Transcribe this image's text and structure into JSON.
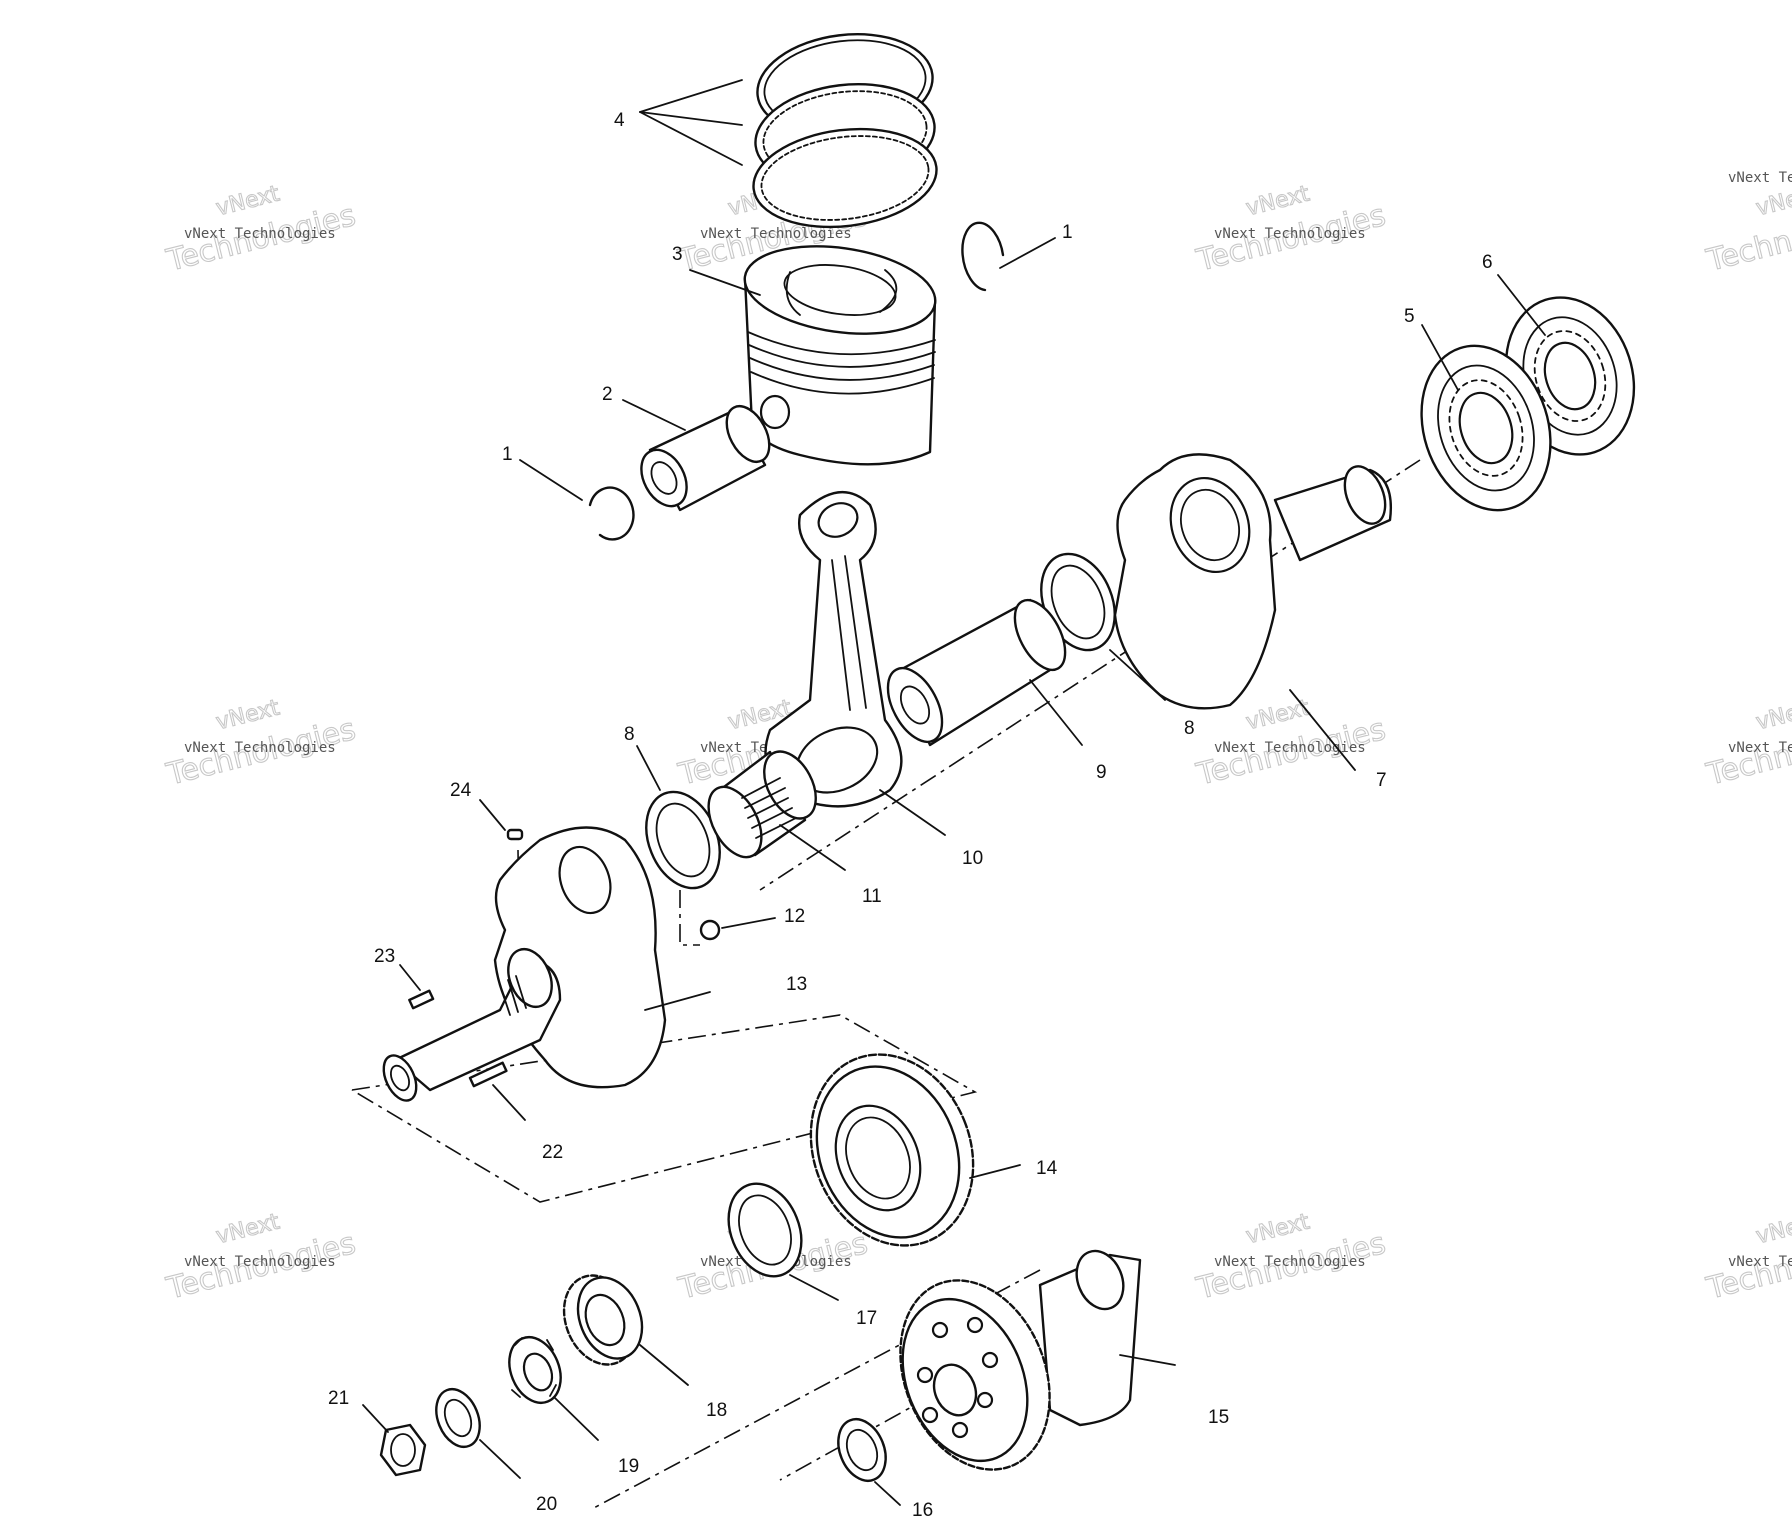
{
  "watermark": {
    "line1": "vNext",
    "line2": "vNext Technologies",
    "line3": "Technologies"
  },
  "callouts": {
    "c1a": "1",
    "c1b": "1",
    "c2": "2",
    "c3": "3",
    "c4": "4",
    "c5": "5",
    "c6": "6",
    "c7": "7",
    "c8a": "8",
    "c8b": "8",
    "c9": "9",
    "c10": "10",
    "c11": "11",
    "c12": "12",
    "c13": "13",
    "c14": "14",
    "c15": "15",
    "c16": "16",
    "c17": "17",
    "c18": "18",
    "c19": "19",
    "c20": "20",
    "c21": "21",
    "c22": "22",
    "c23": "23",
    "c24": "24"
  }
}
